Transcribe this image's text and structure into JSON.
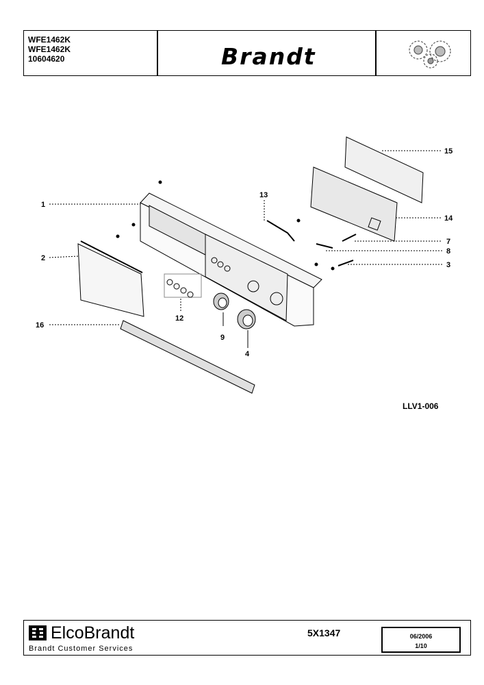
{
  "header": {
    "models": [
      "WFE1462K",
      "WFE1462K",
      "10604620"
    ],
    "brand": "Brandt"
  },
  "diagram": {
    "callouts": [
      "1",
      "2",
      "3",
      "4",
      "7",
      "8",
      "9",
      "12",
      "13",
      "14",
      "15",
      "16"
    ],
    "reference": "LLV1-006"
  },
  "footer": {
    "company": "ElcoBrandt",
    "services": "Brandt Customer Services",
    "code": "5X1347",
    "date": "06/2006",
    "page": "1/10"
  }
}
